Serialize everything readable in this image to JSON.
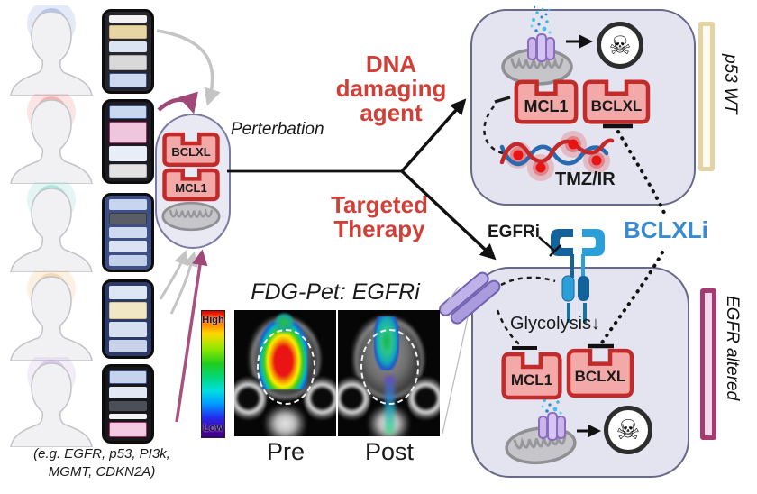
{
  "labels": {
    "perturbation": "Perterbation",
    "dna_damaging_agent": "DNA\ndamaging\nagent",
    "targeted_therapy": "Targeted\nTherapy",
    "egfri": "EGFRi",
    "bclxli": "BCLXLi",
    "glycolysis": "Glycolysis↓",
    "tmz_ir": "TMZ/IR",
    "p53_wt": "p53 WT",
    "egfr_altered": "EGFR altered",
    "gene_examples": "(e.g. EGFR, p53, PI3k,\nMGMT, CDKN2A)"
  },
  "pet": {
    "title": "FDG-Pet: EGFRi",
    "scale_high": "High",
    "scale_low": "Low",
    "pre_label": "Pre",
    "post_label": "Post"
  },
  "receptors": {
    "pill_top": "BCLXL",
    "pill_bottom": "MCL1",
    "p53_cell_left": "MCL1",
    "p53_cell_right": "BCLXL",
    "egfr_cell_left": "MCL1",
    "egfr_cell_right": "BCLXL"
  },
  "icons": {
    "skull": "☠",
    "mitochondria": "mitochondria-icon",
    "pore": "apoptosis-pore-icon",
    "egfr_receptor": "egfr-receptor-icon",
    "glucose_transporter": "glucose-transporter-icon",
    "dna": "damaged-dna-icon"
  },
  "colors": {
    "therapy_red_text": "#cf4038",
    "inhibitor_blue_text": "#3a8ad0",
    "magenta_arrow": "#a04878",
    "gray_arrow": "#c4c4c4",
    "receptor_stroke": "#c32a2a",
    "receptor_fill": "#f4a9a9",
    "cell_fill": "#e4e4f0",
    "cell_border": "#68688a",
    "p53_bar_border": "#e4d3a2",
    "egfr_bar_border": "#a43a6e",
    "scale_top": "#e00000",
    "scale_bottom": "#3a0080"
  },
  "patients": [
    {
      "halo": "#5b7fdb"
    },
    {
      "halo": "#e25a55"
    },
    {
      "halo": "#52c6b6"
    },
    {
      "halo": "#e9ab52"
    },
    {
      "halo": "#b38ddb"
    }
  ],
  "barcodes": [
    {
      "bg": "#26262c",
      "bands": [
        {
          "c": "#f2f2f2",
          "w": 0.55
        },
        {
          "c": "#e7d6a3",
          "w": 1.1,
          "b": "#c9b77e"
        },
        {
          "c": "#dbe5f2",
          "w": 0.9
        },
        {
          "c": "#d9d9da",
          "w": 1.25,
          "b": "#aaaaaa"
        },
        {
          "c": "#cdd9ef",
          "w": 1.25,
          "b": "#3c5391"
        }
      ]
    },
    {
      "bg": "#1c1c22",
      "bands": [
        {
          "c": "#c9d7ef",
          "w": 1.0,
          "b": "#3c5391"
        },
        {
          "c": "#f0c6de",
          "w": 1.7,
          "b": "#9e3366"
        },
        {
          "c": "#e8eef7",
          "w": 1.1
        },
        {
          "c": "#e2e2e2",
          "w": 1.0,
          "b": "#bbbbbb"
        }
      ]
    },
    {
      "bg": "#3d4f85",
      "bands": [
        {
          "c": "#c7d5ee",
          "w": 1
        },
        {
          "c": "#585d66",
          "w": 1,
          "b": "#3a3a40"
        },
        {
          "c": "#cfdaee",
          "w": 1
        },
        {
          "c": "#dae3f3",
          "w": 1
        },
        {
          "c": "#c2d0ea",
          "w": 1
        }
      ]
    },
    {
      "bg": "#2c3a68",
      "bands": [
        {
          "c": "#dde7f4",
          "w": 1
        },
        {
          "c": "#f1e7c4",
          "w": 1.3,
          "b": "#d8c68f"
        },
        {
          "c": "#d6e0f1",
          "w": 1.2
        },
        {
          "c": "#c8d3e9",
          "w": 0.9
        }
      ]
    },
    {
      "bg": "#17171c",
      "bands": [
        {
          "c": "#c5d3ed",
          "w": 1.1,
          "b": "#3c5391"
        },
        {
          "c": "#e1e9f5",
          "w": 1.0
        },
        {
          "c": "#4b4f57",
          "w": 0.8
        },
        {
          "c": "#f4f4f4",
          "w": 0.35
        },
        {
          "c": "#f3cae2",
          "w": 1.3,
          "b": "#a03468"
        }
      ]
    }
  ]
}
